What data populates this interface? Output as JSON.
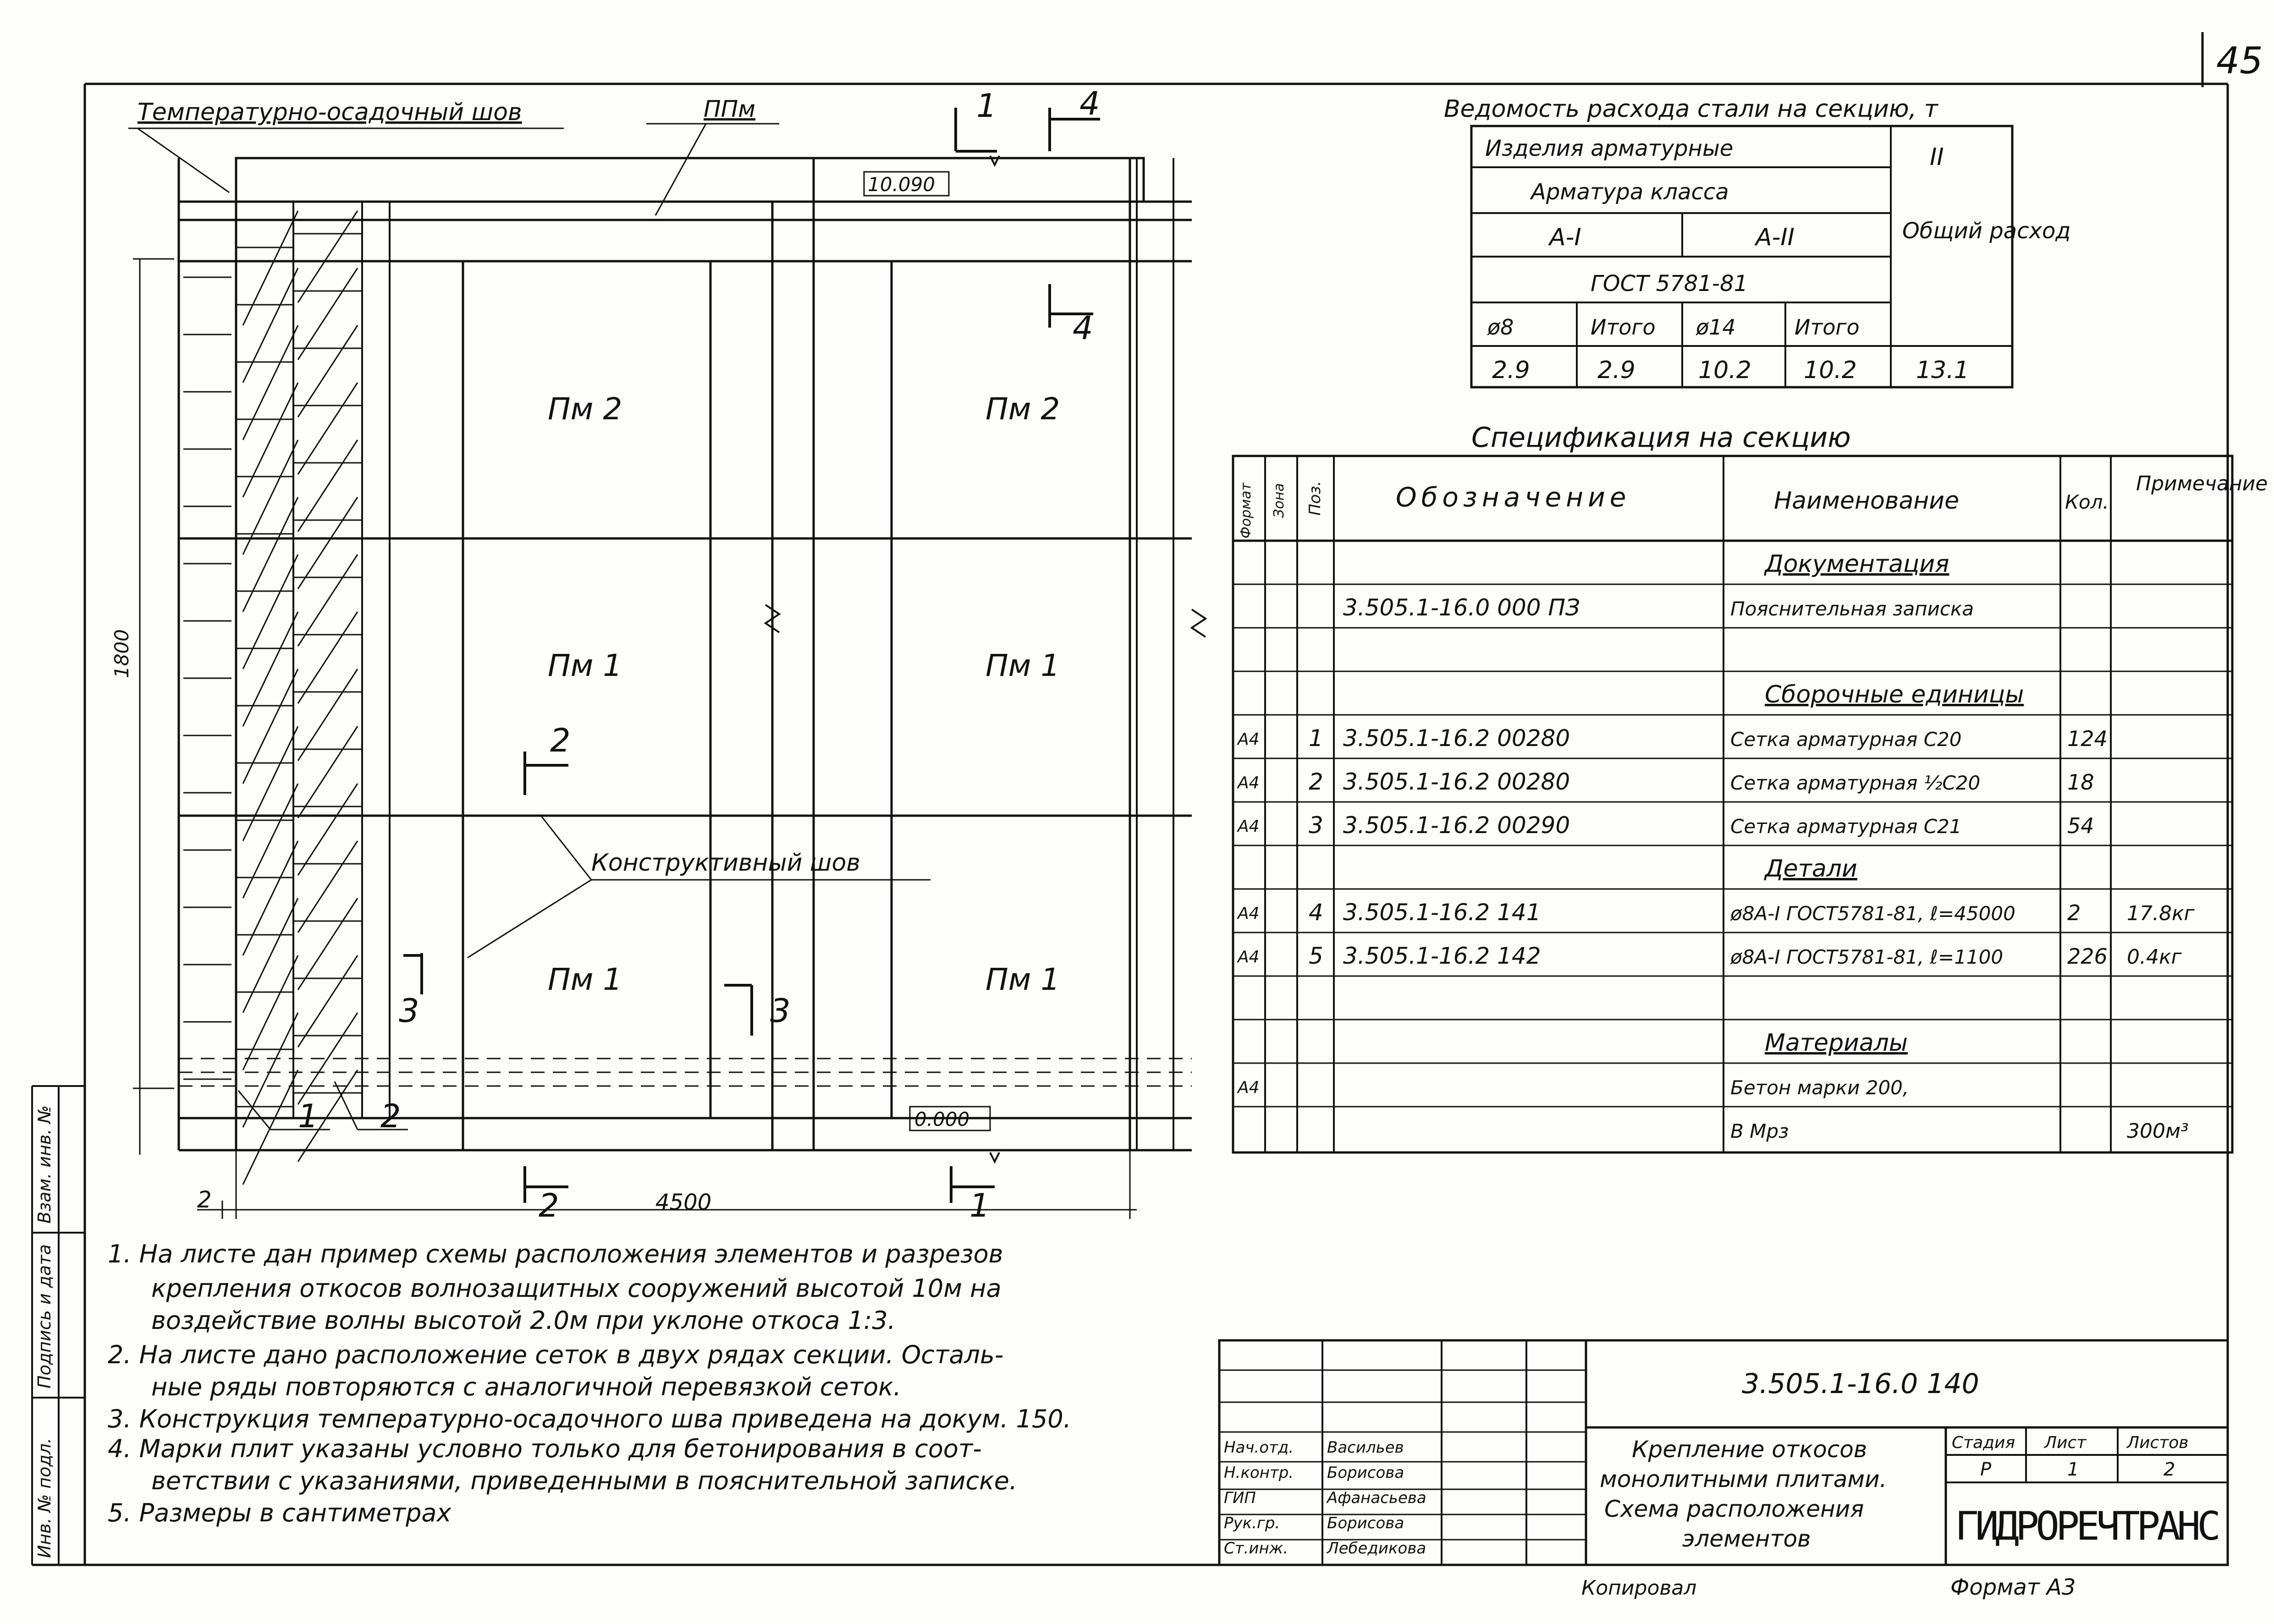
{
  "sheet": {
    "page_number": "45",
    "format": "Формат А3",
    "copied": "Копировал"
  },
  "drawing": {
    "temp_joint": "Температурно-осадочный шов",
    "ppm": "ППм",
    "construct_joint": "Конструктивный шов",
    "elev_top": "10.090",
    "elev_bottom": "0.000",
    "dim_width": "4500",
    "dim_height": "1800",
    "dim_edge": "2",
    "plates": [
      "Пм 2",
      "Пм 2",
      "Пм 1",
      "Пм 1",
      "Пм 1",
      "Пм 1"
    ],
    "sections": [
      "1",
      "4",
      "4",
      "2",
      "3",
      "3",
      "2",
      "1"
    ],
    "callouts": [
      "1",
      "2"
    ]
  },
  "steel": {
    "title": "Ведомость расхода стали на секцию, т",
    "products": "Изделия арматурные",
    "class_header": "Арматура класса",
    "class1": "А-I",
    "class2": "А-II",
    "gost": "ГОСТ 5781-81",
    "group": "II",
    "total_header": "Общий расход",
    "cols": [
      "ø8",
      "Итого",
      "ø14",
      "Итого"
    ],
    "values": [
      "2.9",
      "2.9",
      "10.2",
      "10.2",
      "13.1"
    ]
  },
  "spec": {
    "title": "Спецификация на секцию",
    "headers": [
      "Формат",
      "Зона",
      "Поз.",
      "Обозначение",
      "Наименование",
      "Кол.",
      "Примечание"
    ],
    "rows": [
      {
        "fmt": "",
        "pos": "",
        "des": "",
        "name": "Документация",
        "qty": "",
        "note": ""
      },
      {
        "fmt": "",
        "pos": "",
        "des": "3.505.1-16.0  000 ПЗ",
        "name": "Пояснительная записка",
        "qty": "",
        "note": ""
      },
      {
        "fmt": "",
        "pos": "",
        "des": "",
        "name": "",
        "qty": "",
        "note": ""
      },
      {
        "fmt": "",
        "pos": "",
        "des": "",
        "name": "Сборочные единицы",
        "qty": "",
        "note": ""
      },
      {
        "fmt": "А4",
        "pos": "1",
        "des": "3.505.1-16.2  00280",
        "name": "Сетка арматурная С20",
        "qty": "124",
        "note": ""
      },
      {
        "fmt": "А4",
        "pos": "2",
        "des": "3.505.1-16.2  00280",
        "name": "Сетка арматурная ½С20",
        "qty": "18",
        "note": ""
      },
      {
        "fmt": "А4",
        "pos": "3",
        "des": "3.505.1-16.2  00290",
        "name": "Сетка арматурная С21",
        "qty": "54",
        "note": ""
      },
      {
        "fmt": "",
        "pos": "",
        "des": "",
        "name": "Детали",
        "qty": "",
        "note": ""
      },
      {
        "fmt": "А4",
        "pos": "4",
        "des": "3.505.1-16.2  141",
        "name": "ø8А-I ГОСТ5781-81, ℓ=45000",
        "qty": "2",
        "note": "17.8кг"
      },
      {
        "fmt": "А4",
        "pos": "5",
        "des": "3.505.1-16.2  142",
        "name": "ø8А-I ГОСТ5781-81, ℓ=1100",
        "qty": "226",
        "note": "0.4кг"
      },
      {
        "fmt": "",
        "pos": "",
        "des": "",
        "name": "",
        "qty": "",
        "note": ""
      },
      {
        "fmt": "",
        "pos": "",
        "des": "",
        "name": "Материалы",
        "qty": "",
        "note": ""
      },
      {
        "fmt": "А4",
        "pos": "",
        "des": "",
        "name": "Бетон марки 200,",
        "qty": "",
        "note": ""
      },
      {
        "fmt": "",
        "pos": "",
        "des": "",
        "name": "В        Мрз",
        "qty": "",
        "note": "300м³"
      }
    ]
  },
  "notes": [
    "1. На листе дан пример схемы расположения элементов и разрезов",
    "крепления откосов волнозащитных сооружений высотой 10м на",
    "воздействие волны высотой 2.0м при уклоне откоса 1:3.",
    "2. На листе дано расположение сеток в двух рядах секции. Осталь-",
    "ные ряды повторяются с аналогичной перевязкой сеток.",
    "3. Конструкция температурно-осадочного шва приведена на докум. 150.",
    "4. Марки плит указаны условно только для бетонирования в соот-",
    "ветствии с указаниями, приведенными в пояснительной записке.",
    "5. Размеры в сантиметрах"
  ],
  "stamp": {
    "code": "3.505.1-16.0  140",
    "title_lines": [
      "Крепление откосов",
      "монолитными плитами.",
      "Схема расположения",
      "элементов"
    ],
    "stage_label": "Стадия",
    "sheet_label": "Лист",
    "sheets_label": "Листов",
    "stage": "Р",
    "sheet": "1",
    "sheets": "2",
    "org": "ГИДРОРЕЧТРАНС",
    "roles": [
      "Нач.отд.",
      "Н.контр.",
      "ГИП",
      "Рук.гр.",
      "Ст.инж."
    ],
    "names": [
      "Васильев",
      "Борисова",
      "Афанасьева",
      "Борисова",
      "Лебедикова"
    ],
    "side": [
      "Взам. инв. №",
      "Подпись и дата",
      "Инв. № подл."
    ]
  }
}
